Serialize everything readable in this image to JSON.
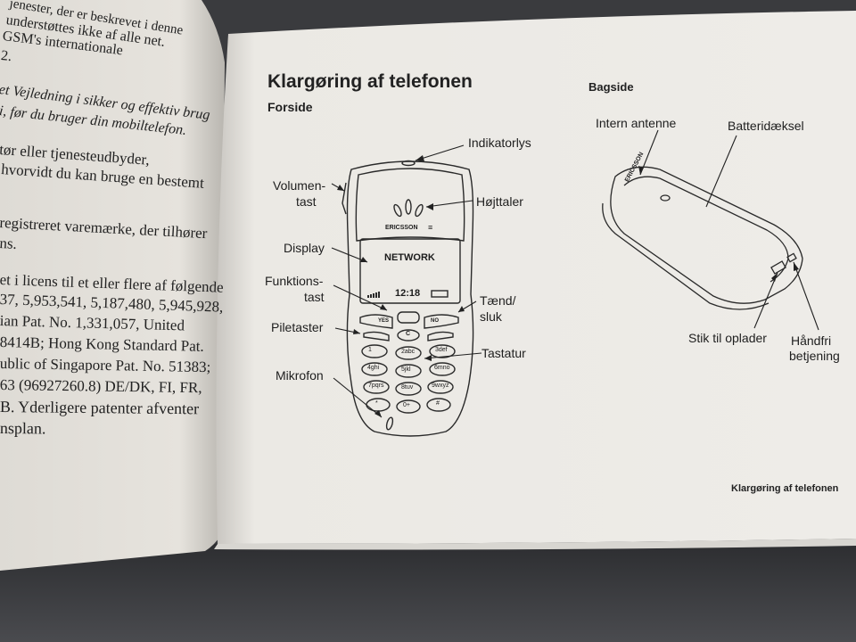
{
  "left_page": {
    "lines": [
      "jenester, der er beskrevet i denne",
      "understøttes ikke af alle net.",
      "GSM's internationale",
      "2.",
      "et Vejledning i sikker og effektiv brug",
      "i, før du bruger din mobiltelefon.",
      "tør eller tjenesteudbyder,",
      "hvorvidt du kan bruge en bestemt",
      "registreret varemærke, der tilhører",
      "ns.",
      "et i licens til et eller flere af følgende:",
      "37, 5,953,541, 5,187,480, 5,945,928,",
      "ian Pat. No. 1,331,057, United",
      "8414B; Hong Kong Standard Pat.",
      "ublic of Singapore Pat. No. 51383;",
      "63 (96927260.8) DE/DK, FI, FR,",
      "B. Yderligere patenter afventer",
      "nsplan."
    ]
  },
  "right_page": {
    "title": "Klargøring af telefonen",
    "front_heading": "Forside",
    "back_heading": "Bagside",
    "footer": "Klargøring af telefonen",
    "front_labels": {
      "indicator": "Indikatorlys",
      "volume_1": "Volumen-",
      "volume_2": "tast",
      "speaker": "Højttaler",
      "display": "Display",
      "function_1": "Funktions-",
      "function_2": "tast",
      "power_1": "Tænd/",
      "power_2": "sluk",
      "arrows": "Piletaster",
      "keypad": "Tastatur",
      "mic": "Mikrofon"
    },
    "back_labels": {
      "antenna": "Intern antenne",
      "battery": "Batteridæksel",
      "charger": "Stik til oplader",
      "handsfree_1": "Håndfri",
      "handsfree_2": "betjening"
    },
    "phone_front": {
      "brand": "ERICSSON",
      "network": "NETWORK",
      "time": "12:18",
      "key_yes": "YES",
      "key_no": "NO",
      "key_c": "C",
      "keys": [
        "1",
        "2abc",
        "3def",
        "4ghi",
        "5jkl",
        "6mno",
        "7pqrs",
        "8tuv",
        "9wxyz",
        "*",
        "0+",
        "#"
      ]
    },
    "phone_back": {
      "brand": "ERICSSON"
    }
  }
}
